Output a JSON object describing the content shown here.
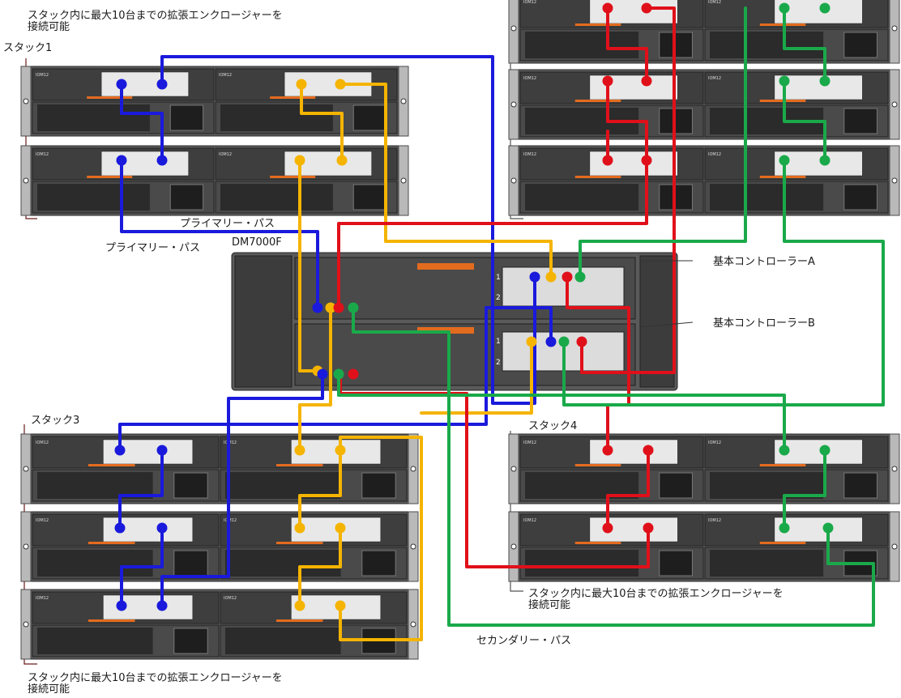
{
  "labels": {
    "note_top": "スタック内に最大10台までの拡張エンクロージャーを接続可能",
    "note_top_line1": "スタック内に最大10台までの拡張エンクロージャーを",
    "note_top_line2": "接続可能",
    "stack1": "スタック1",
    "stack3": "スタック3",
    "stack4": "スタック4",
    "primary_path_1": "プライマリー・パス",
    "primary_path_2": "プライマリー・パス",
    "controller_model": "DM7000F",
    "controller_a": "基本コントローラーA",
    "controller_b": "基本コントローラーB",
    "note_right_line1": "スタック内に最大10台までの拡張エンクロージャーを",
    "note_right_line2": "接続可能",
    "secondary_path": "セカンダリー・パス",
    "note_bottom_line1": "スタック内に最大10台までの拡張エンクロージャーを",
    "note_bottom_line2": "接続可能",
    "iom_tag": "IOM12",
    "port_1": "1",
    "port_2": "2"
  },
  "colors": {
    "blue_path": "#1a1adc",
    "yellow_path": "#f5b400",
    "red_path": "#e0101a",
    "green_path": "#1aa94a"
  }
}
